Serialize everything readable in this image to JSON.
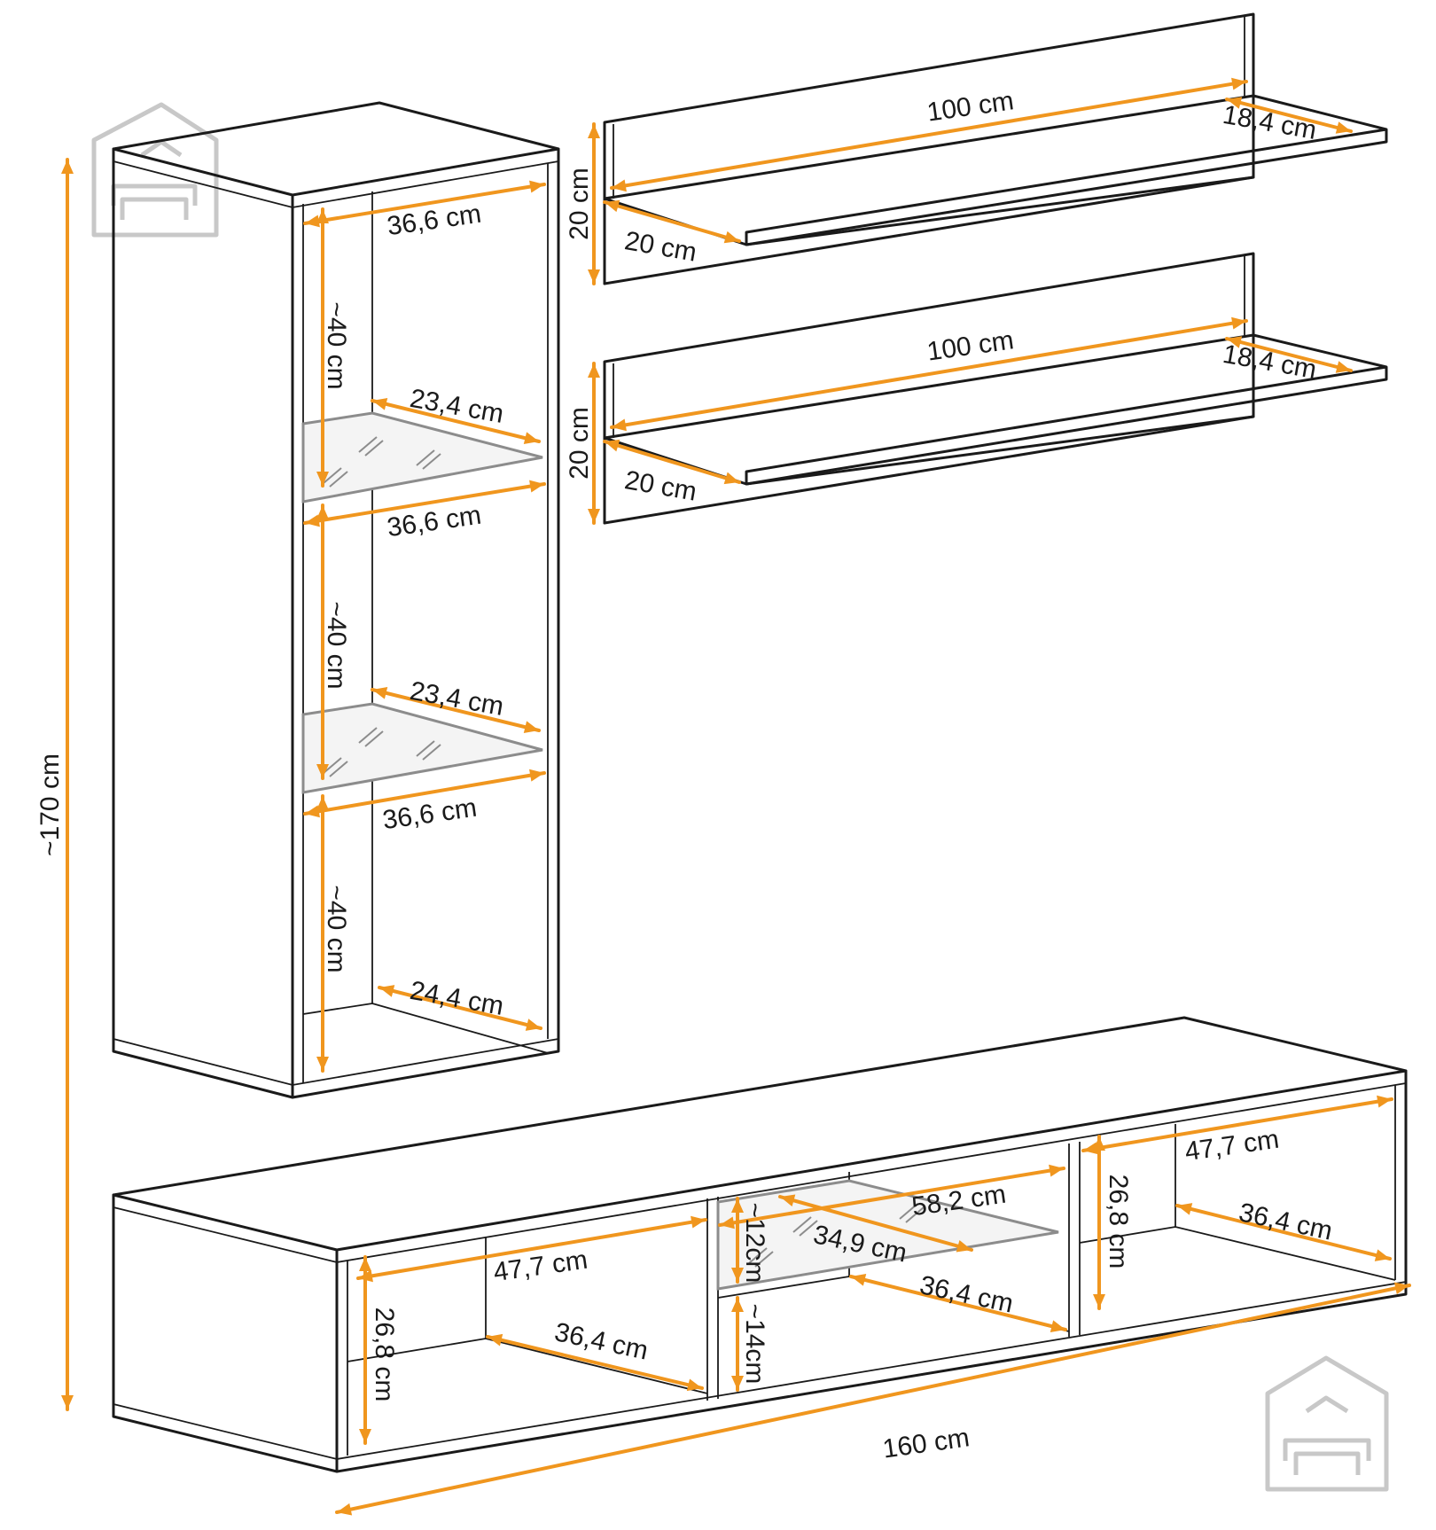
{
  "colors": {
    "dimension": "#f0961e",
    "outline": "#1a1a1a",
    "glass": "#8c8c8c",
    "watermark": "#c8c8c8"
  },
  "watermark_icon": "house-sofa-logo-icon",
  "dimensions": [
    {
      "id": "total-height",
      "label": "~170 cm"
    },
    {
      "id": "total-width",
      "label": "160 cm"
    },
    {
      "id": "cab-width-top",
      "label": "36,6 cm"
    },
    {
      "id": "cab-height-top",
      "label": "~40 cm"
    },
    {
      "id": "cab-glass-depth-1",
      "label": "23,4 cm"
    },
    {
      "id": "cab-width-mid",
      "label": "36,6 cm"
    },
    {
      "id": "cab-height-mid",
      "label": "~40 cm"
    },
    {
      "id": "cab-glass-depth-2",
      "label": "23,4 cm"
    },
    {
      "id": "cab-width-low",
      "label": "36,6 cm"
    },
    {
      "id": "cab-height-low",
      "label": "~40 cm"
    },
    {
      "id": "cab-depth-bottom",
      "label": "24,4 cm"
    },
    {
      "id": "shelf1-width",
      "label": "100 cm"
    },
    {
      "id": "shelf1-depth",
      "label": "18,4 cm"
    },
    {
      "id": "shelf1-height",
      "label": "20 cm"
    },
    {
      "id": "shelf1-side",
      "label": "20 cm"
    },
    {
      "id": "shelf2-width",
      "label": "100 cm"
    },
    {
      "id": "shelf2-depth",
      "label": "18,4 cm"
    },
    {
      "id": "shelf2-height",
      "label": "20 cm"
    },
    {
      "id": "shelf2-side",
      "label": "20 cm"
    },
    {
      "id": "tv-left-width",
      "label": "47,7 cm"
    },
    {
      "id": "tv-left-height",
      "label": "26,8 cm"
    },
    {
      "id": "tv-left-depth",
      "label": "36,4 cm"
    },
    {
      "id": "tv-mid-width",
      "label": "58,2 cm"
    },
    {
      "id": "tv-mid-glass",
      "label": "34,9 cm"
    },
    {
      "id": "tv-mid-upper",
      "label": "~12cm"
    },
    {
      "id": "tv-mid-lower",
      "label": "~14cm"
    },
    {
      "id": "tv-mid-depth",
      "label": "36,4 cm"
    },
    {
      "id": "tv-right-width",
      "label": "47,7 cm"
    },
    {
      "id": "tv-right-height",
      "label": "26,8 cm"
    },
    {
      "id": "tv-right-depth",
      "label": "36,4 cm"
    }
  ]
}
